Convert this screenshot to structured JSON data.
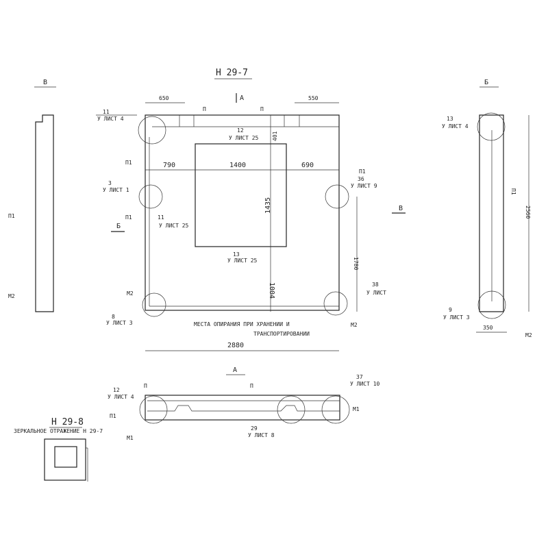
{
  "main_view": {
    "title": "Н 29-7",
    "section_a_marker": "А",
    "section_b_marker": "Б",
    "section_v_marker": "В",
    "dims": {
      "top_left": "650",
      "top_right": "550",
      "left": "790",
      "middle": "1400",
      "right": "690",
      "top_offset": "401",
      "window_height": "1435",
      "lower_height": "1004",
      "right_height": "1780",
      "total_width": "2880"
    },
    "callouts": {
      "c11_num": "11",
      "c11_sheet": "У ЛИСТ 4",
      "c12_num": "12",
      "c12_sheet": "У ЛИСТ 25",
      "c3_num": "3",
      "c3_sheet": "У ЛИСТ 1",
      "c11b_num": "11",
      "c11b_sheet": "У ЛИСТ 25",
      "c13_num": "13",
      "c13_sheet": "У ЛИСТ 25",
      "c36_num": "36",
      "c36_sheet": "У ЛИСТ 9",
      "c38_num": "38",
      "c38_sheet": "У ЛИСТ",
      "c8_num": "8",
      "c8_sheet": "У ЛИСТ 3"
    },
    "marks": {
      "p": "П",
      "p1": "П1",
      "m2": "М2"
    },
    "note_line1": "МЕСТА ОПИРАНИЯ ПРИ ХРАНЕНИИ И",
    "note_line2": "ТРАНСПОРТИРОВАНИИ"
  },
  "view_v": {
    "title": "В",
    "p1": "П1",
    "m2": "М2"
  },
  "view_b": {
    "title": "Б",
    "c13_num": "13",
    "c13_sheet": "У ЛИСТ 4",
    "c9_num": "9",
    "c9_sheet": "У ЛИСТ 3",
    "p1": "П1",
    "m2": "М2",
    "height": "2560",
    "width": "350"
  },
  "view_a": {
    "title": "А",
    "c12_num": "12",
    "c12_sheet": "У ЛИСТ 4",
    "c37_num": "37",
    "c37_sheet": "У ЛИСТ 10",
    "c29_num": "29",
    "c29_sheet": "У ЛИСТ 8",
    "p": "П",
    "p1": "П1",
    "m1": "М1"
  },
  "mirror": {
    "title": "Н 29-8",
    "caption": "ЗЕРКАЛЬНОЕ ОТРАЖЕНИЕ Н 29-7"
  }
}
